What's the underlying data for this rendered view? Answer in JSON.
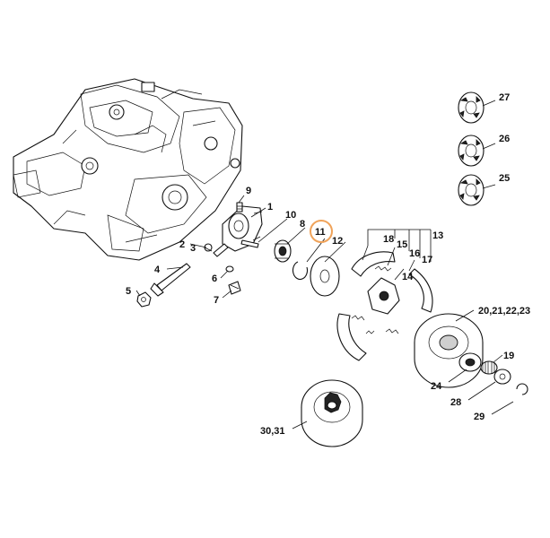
{
  "highlight_color": "#f0a35a",
  "highlighted_callout": "11",
  "callouts": {
    "c1": "1",
    "c2": "2",
    "c3": "3",
    "c4": "4",
    "c5": "5",
    "c6": "6",
    "c7": "7",
    "c8": "8",
    "c9": "9",
    "c10": "10",
    "c11": "11",
    "c12": "12",
    "c13": "13",
    "c14": "14",
    "c15": "15",
    "c16": "16",
    "c17": "17",
    "c18": "18",
    "c19": "19",
    "c20_23": "20,21,22,23",
    "c24": "24",
    "c25": "25",
    "c26": "26",
    "c27": "27",
    "c28": "28",
    "c29": "29",
    "c30_31": "30,31"
  }
}
